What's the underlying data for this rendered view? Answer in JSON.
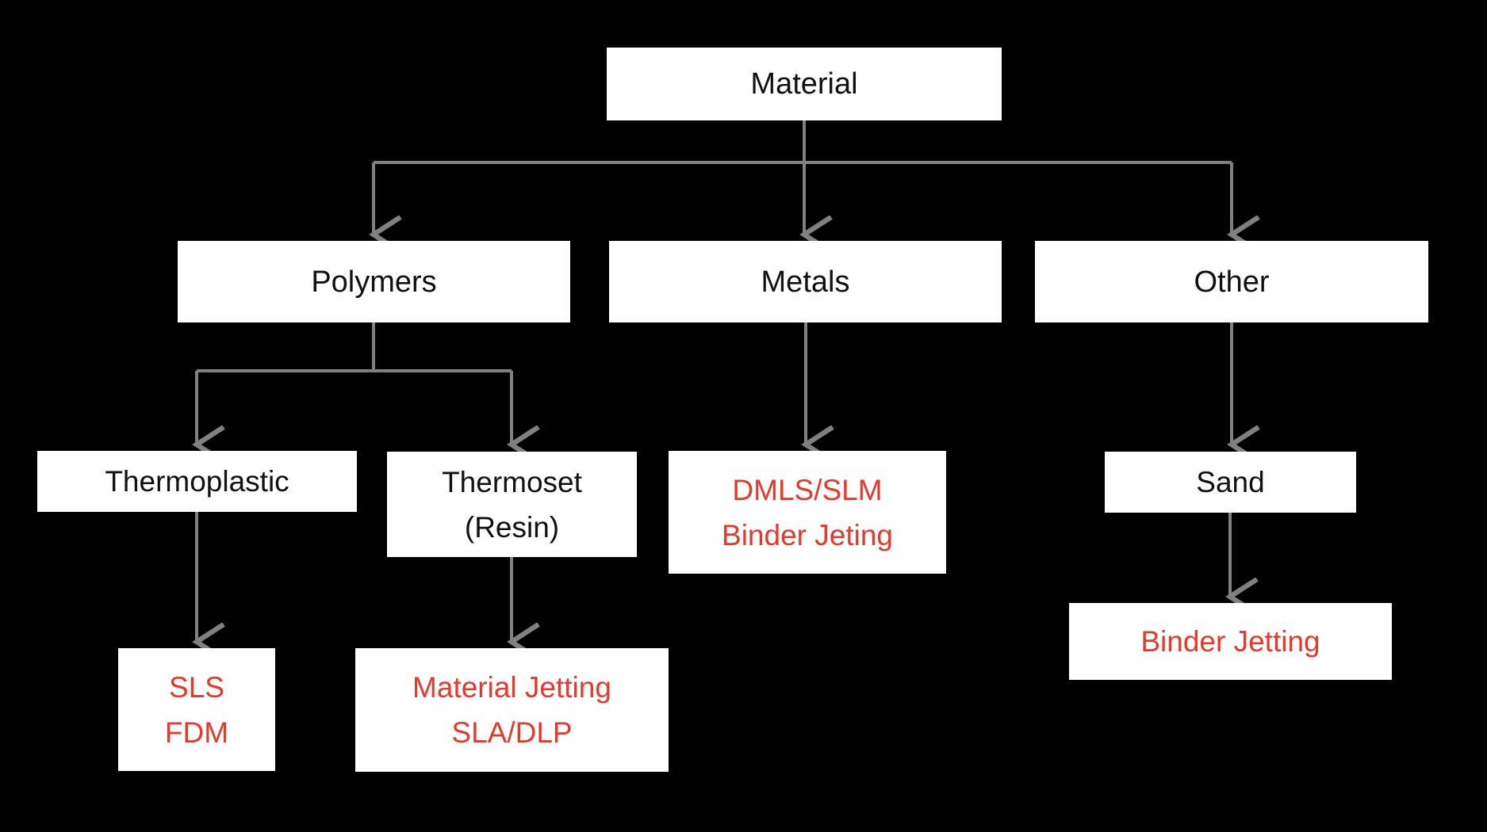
{
  "diagram": {
    "title": "Material selection tree for additive manufacturing processes",
    "background_color": "#000000",
    "node_fill": "#FFFFFF",
    "connector_color": "#808080",
    "text_color_category": "#111111",
    "text_color_process": "#E8382C"
  },
  "nodes": {
    "material": {
      "lines": [
        "Material"
      ],
      "kind": "category"
    },
    "polymers": {
      "lines": [
        "Polymers"
      ],
      "kind": "category"
    },
    "metals": {
      "lines": [
        "Metals"
      ],
      "kind": "category"
    },
    "other": {
      "lines": [
        "Other"
      ],
      "kind": "category"
    },
    "thermoplastic": {
      "lines": [
        "Thermoplastic"
      ],
      "kind": "category"
    },
    "thermoset": {
      "lines": [
        "Thermoset",
        "(Resin)"
      ],
      "kind": "category"
    },
    "sand": {
      "lines": [
        "Sand"
      ],
      "kind": "category"
    },
    "metal_proc": {
      "lines": [
        "DMLS/SLM",
        "Binder Jeting"
      ],
      "kind": "process"
    },
    "thermoplastic_proc": {
      "lines": [
        "SLS",
        "FDM"
      ],
      "kind": "process"
    },
    "thermoset_proc": {
      "lines": [
        "Material Jetting",
        "SLA/DLP"
      ],
      "kind": "process"
    },
    "sand_proc": {
      "lines": [
        "Binder Jetting"
      ],
      "kind": "process"
    }
  },
  "node_text": {
    "material_0": "Material",
    "polymers_0": "Polymers",
    "metals_0": "Metals",
    "other_0": "Other",
    "thermoplastic_0": "Thermoplastic",
    "thermoset_0": "Thermoset",
    "thermoset_1": "(Resin)",
    "sand_0": "Sand",
    "metal_proc_0": "DMLS/SLM",
    "metal_proc_1": "Binder Jeting",
    "thermoplastic_proc_0": "SLS",
    "thermoplastic_proc_1": "FDM",
    "thermoset_proc_0": "Material Jetting",
    "thermoset_proc_1": "SLA/DLP",
    "sand_proc_0": "Binder Jetting"
  },
  "edges": [
    {
      "from": "material",
      "to": "polymers",
      "style": "elbow-left"
    },
    {
      "from": "material",
      "to": "metals",
      "style": "straight"
    },
    {
      "from": "material",
      "to": "other",
      "style": "elbow-right"
    },
    {
      "from": "polymers",
      "to": "thermoplastic",
      "style": "elbow-left"
    },
    {
      "from": "polymers",
      "to": "thermoset",
      "style": "elbow-right"
    },
    {
      "from": "metals",
      "to": "metal_proc",
      "style": "straight"
    },
    {
      "from": "other",
      "to": "sand",
      "style": "straight"
    },
    {
      "from": "thermoplastic",
      "to": "thermoplastic_proc",
      "style": "straight"
    },
    {
      "from": "thermoset",
      "to": "thermoset_proc",
      "style": "straight"
    },
    {
      "from": "sand",
      "to": "sand_proc",
      "style": "straight"
    }
  ]
}
